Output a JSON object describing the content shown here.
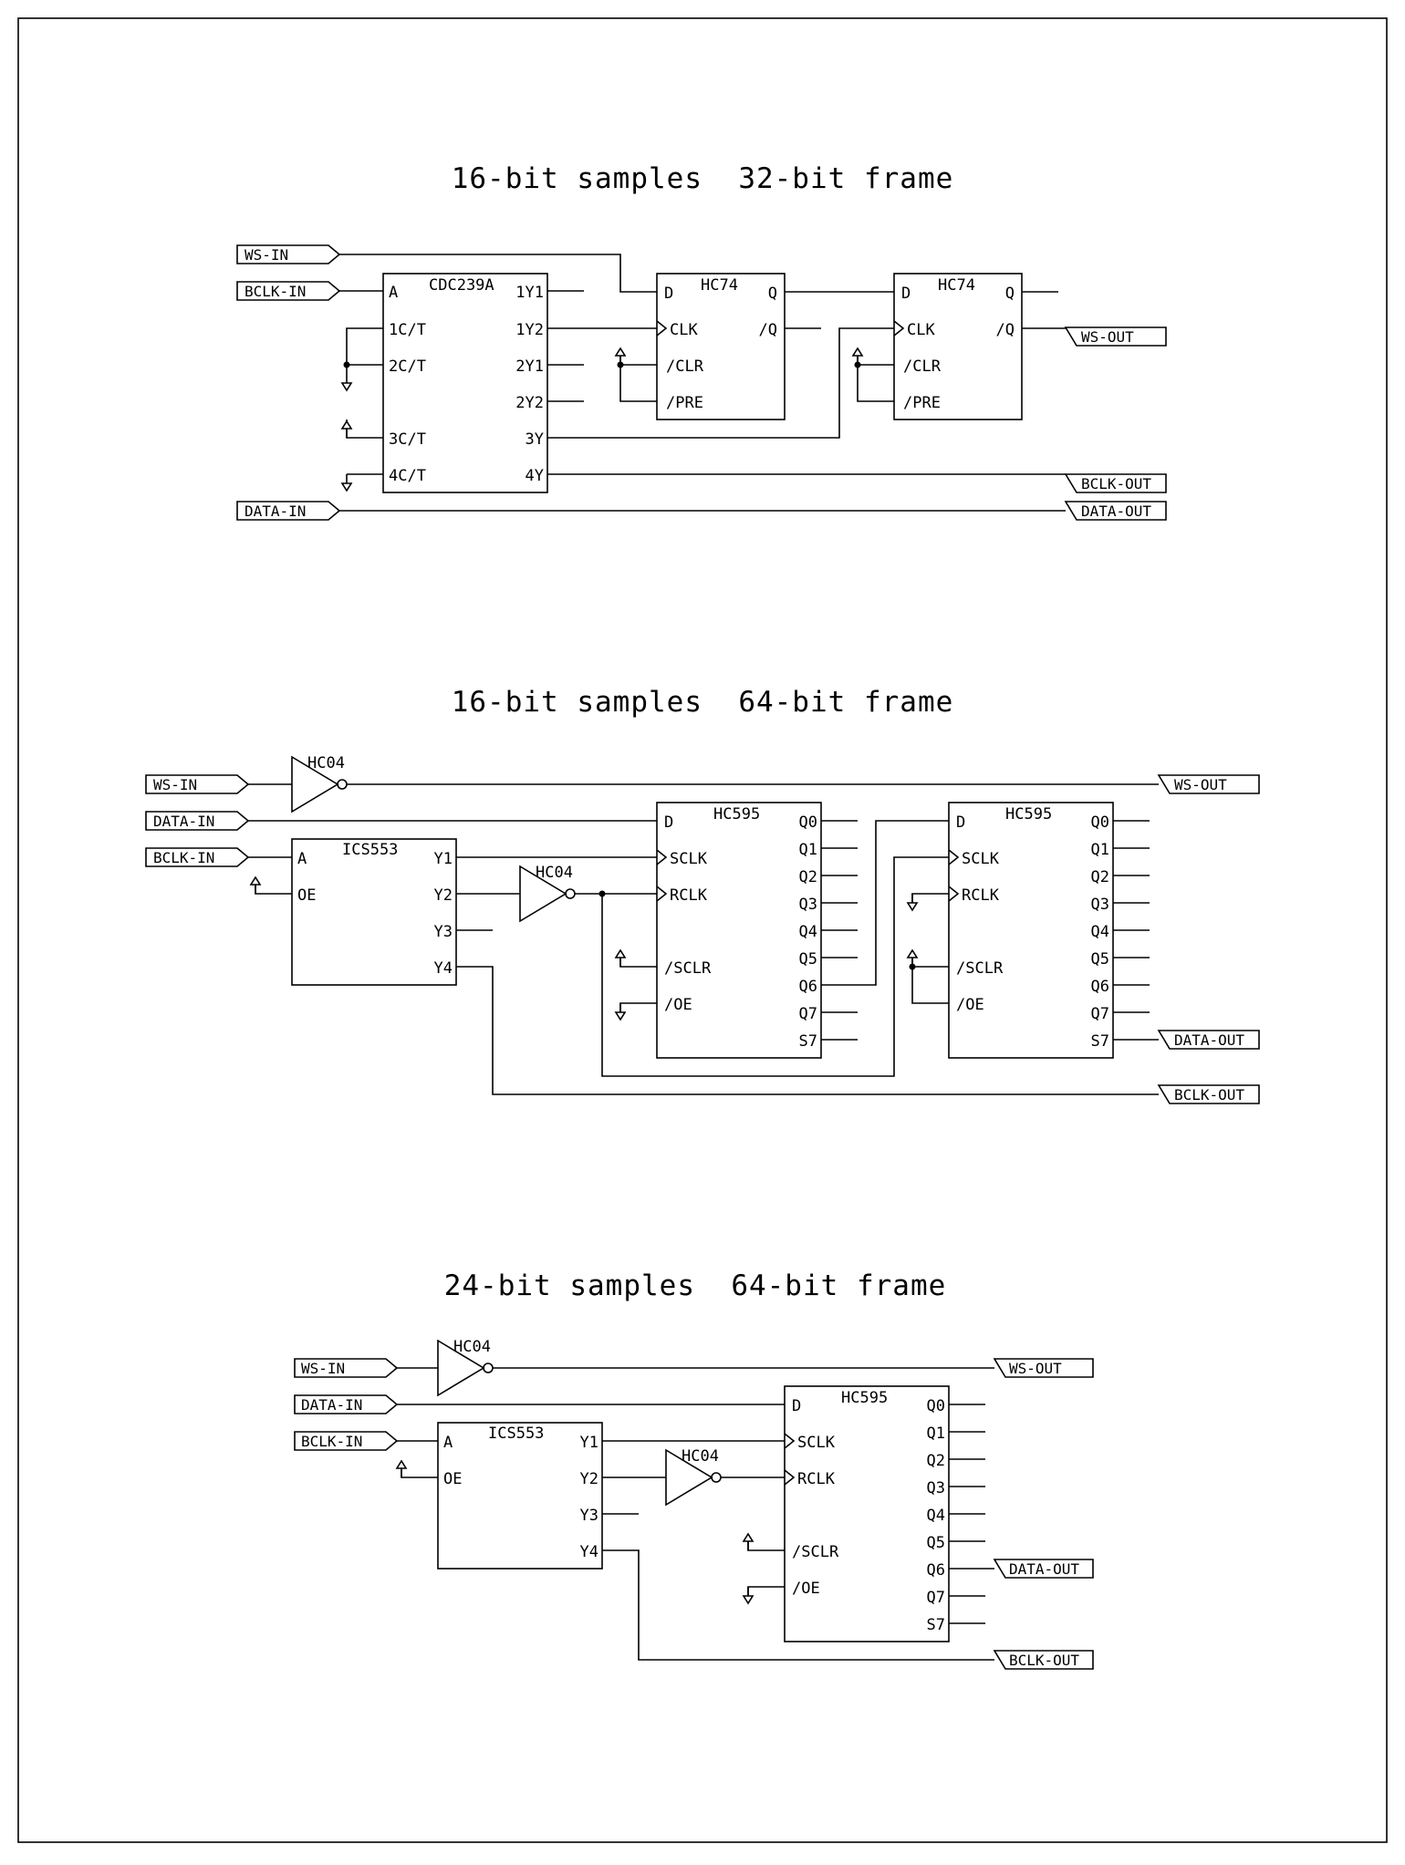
{
  "sections": [
    {
      "title": "16-bit samples  32-bit frame",
      "ports": [
        "WS-IN",
        "BCLK-IN",
        "DATA-IN",
        "WS-OUT",
        "BCLK-OUT",
        "DATA-OUT"
      ],
      "u1": {
        "name": "CDC239A",
        "pins": [
          "A",
          "1C/T",
          "2C/T",
          "3C/T",
          "4C/T",
          "1Y1",
          "1Y2",
          "2Y1",
          "2Y2",
          "3Y",
          "4Y"
        ]
      },
      "u2": {
        "name": "HC74",
        "pins": [
          "D",
          "CLK",
          "/CLR",
          "/PRE",
          "Q",
          "/Q"
        ]
      },
      "u3": {
        "name": "HC74",
        "pins": [
          "D",
          "CLK",
          "/CLR",
          "/PRE",
          "Q",
          "/Q"
        ]
      }
    },
    {
      "title": "16-bit samples  64-bit frame",
      "ports": [
        "WS-IN",
        "DATA-IN",
        "BCLK-IN",
        "WS-OUT",
        "DATA-OUT",
        "BCLK-OUT"
      ],
      "inv1": "HC04",
      "inv2": "HC04",
      "u1": {
        "name": "ICS553",
        "pins": [
          "A",
          "OE",
          "Y1",
          "Y2",
          "Y3",
          "Y4"
        ]
      },
      "u2": {
        "name": "HC595",
        "pins": [
          "D",
          "SCLK",
          "RCLK",
          "/SCLR",
          "/OE",
          "Q0",
          "Q1",
          "Q2",
          "Q3",
          "Q4",
          "Q5",
          "Q6",
          "Q7",
          "S7"
        ]
      },
      "u3": {
        "name": "HC595",
        "pins": [
          "D",
          "SCLK",
          "RCLK",
          "/SCLR",
          "/OE",
          "Q0",
          "Q1",
          "Q2",
          "Q3",
          "Q4",
          "Q5",
          "Q6",
          "Q7",
          "S7"
        ]
      }
    },
    {
      "title": "24-bit samples  64-bit frame",
      "ports": [
        "WS-IN",
        "DATA-IN",
        "BCLK-IN",
        "WS-OUT",
        "DATA-OUT",
        "BCLK-OUT"
      ],
      "inv1": "HC04",
      "inv2": "HC04",
      "u1": {
        "name": "ICS553",
        "pins": [
          "A",
          "OE",
          "Y1",
          "Y2",
          "Y3",
          "Y4"
        ]
      },
      "u2": {
        "name": "HC595",
        "pins": [
          "D",
          "SCLK",
          "RCLK",
          "/SCLR",
          "/OE",
          "Q0",
          "Q1",
          "Q2",
          "Q3",
          "Q4",
          "Q5",
          "Q6",
          "Q7",
          "S7"
        ]
      }
    }
  ]
}
